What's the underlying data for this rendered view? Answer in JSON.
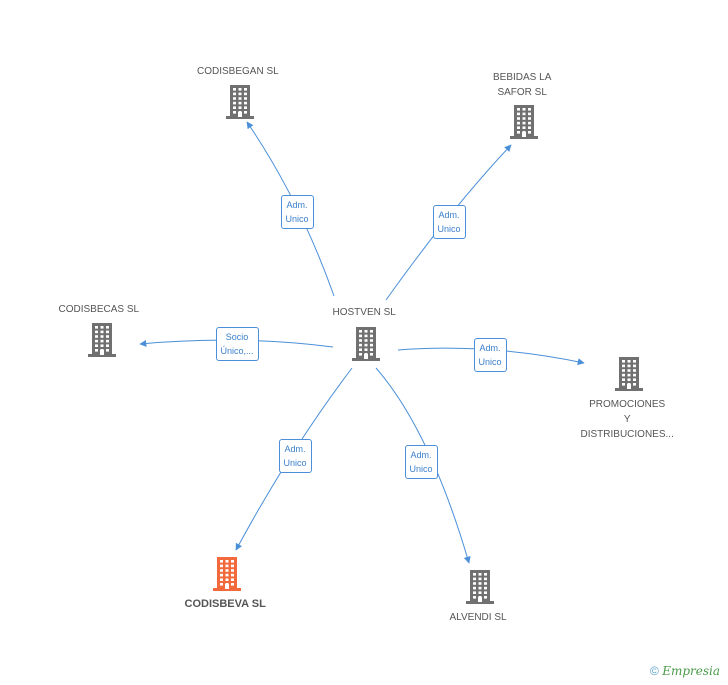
{
  "colors": {
    "edge": "#4a8fd8",
    "building_default": "#707070",
    "building_highlight": "#f26a3c"
  },
  "nodes": [
    {
      "id": "hostven",
      "lines": [
        "HOSTVEN SL"
      ],
      "icon": "building-icon",
      "highlight": false
    },
    {
      "id": "codisbegan",
      "lines": [
        "CODISBEGAN SL"
      ],
      "icon": "building-icon",
      "highlight": false
    },
    {
      "id": "bebidas",
      "lines": [
        "BEBIDAS LA",
        "SAFOR SL"
      ],
      "icon": "building-icon",
      "highlight": false
    },
    {
      "id": "codisbecas",
      "lines": [
        "CODISBECAS SL"
      ],
      "icon": "building-icon",
      "highlight": false
    },
    {
      "id": "promociones",
      "lines": [
        "PROMOCIONES",
        "Y",
        "DISTRIBUCIONES..."
      ],
      "icon": "building-icon",
      "highlight": false
    },
    {
      "id": "codisbeva",
      "lines": [
        "CODISBEVA SL"
      ],
      "icon": "building-icon",
      "highlight": true
    },
    {
      "id": "alvendi",
      "lines": [
        "ALVENDI SL"
      ],
      "icon": "building-icon",
      "highlight": false
    }
  ],
  "edges": [
    {
      "from": "hostven",
      "to": "codisbegan",
      "label": [
        "Adm.",
        "Unico"
      ]
    },
    {
      "from": "hostven",
      "to": "bebidas",
      "label": [
        "Adm.",
        "Unico"
      ]
    },
    {
      "from": "hostven",
      "to": "codisbecas",
      "label": [
        "Socio",
        "Único,..."
      ]
    },
    {
      "from": "hostven",
      "to": "promociones",
      "label": [
        "Adm.",
        "Unico"
      ]
    },
    {
      "from": "hostven",
      "to": "codisbeva",
      "label": [
        "Adm.",
        "Unico"
      ]
    },
    {
      "from": "hostven",
      "to": "alvendi",
      "label": [
        "Adm.",
        "Unico"
      ]
    }
  ],
  "footer": {
    "copyright": "©",
    "brand": "Empresia"
  }
}
